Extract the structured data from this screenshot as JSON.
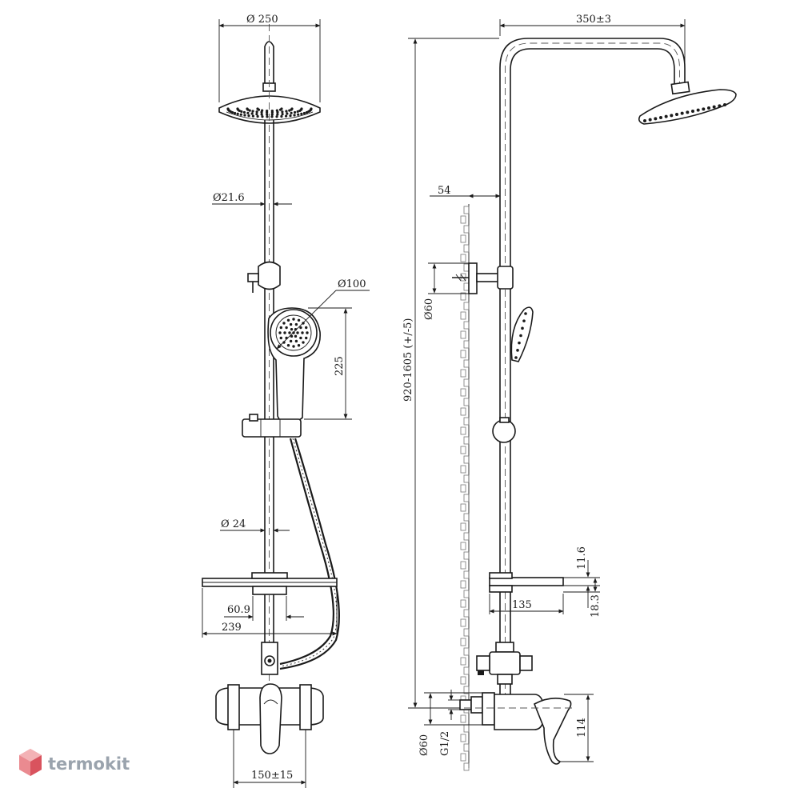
{
  "dimensions": {
    "head_diameter": "Ø 250",
    "rail_diameter": "Ø21.6",
    "hand_diameter": "Ø100",
    "hand_length": "225",
    "lower_diameter": "Ø 24",
    "shelf_inner": "60.9",
    "shelf_width": "239",
    "spacing": "150±15",
    "arm_reach": "350±3",
    "wall_offset": "54",
    "bracket_diameter": "Ø60",
    "height_range": "920-1605 (+/-5)",
    "shelf_thickness": "11.6",
    "shelf_height": "18.3",
    "shelf_depth": "135",
    "flange_diameter": "Ø60",
    "thread": "G1/2",
    "mixer_height": "114"
  },
  "brand": {
    "name": "termokit",
    "logo_color": "#e0646e"
  }
}
